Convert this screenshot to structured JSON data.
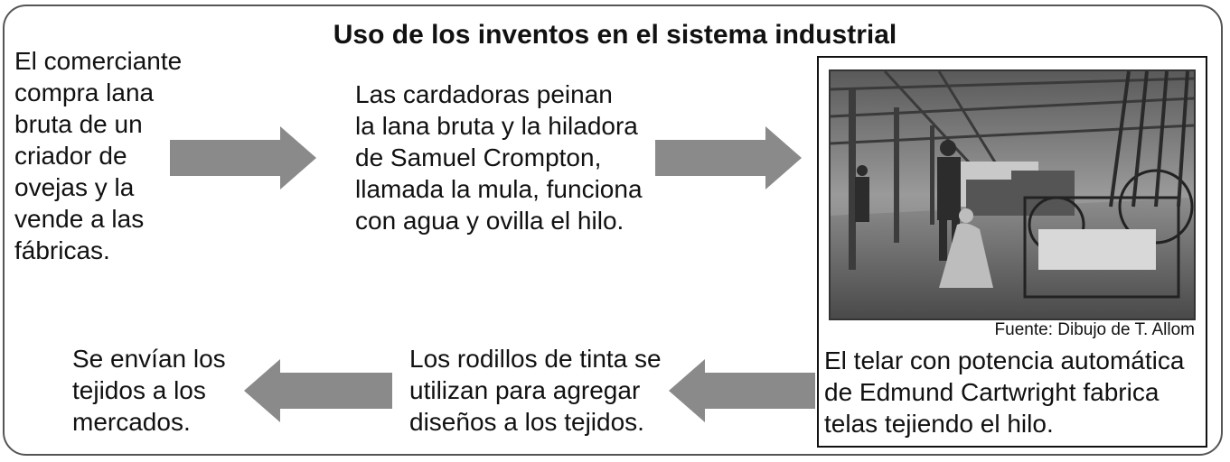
{
  "title": "Uso de los inventos en el sistema industrial",
  "steps": [
    {
      "lines": [
        "El comerciante",
        "compra lana",
        "bruta de un",
        "criador de",
        "ovejas y la",
        "vende a las",
        "fábricas."
      ]
    },
    {
      "lines": [
        "Las cardadoras peinan",
        "la lana bruta y la hiladora",
        "de Samuel Crompton,",
        "llamada la mula, funciona",
        "con agua y ovilla el hilo."
      ]
    },
    {
      "lines": [
        "El telar con potencia automática",
        "de Edmund Cartwright fabrica",
        "telas tejiendo el hilo."
      ]
    },
    {
      "lines": [
        "Los rodillos de tinta se",
        "utilizan para agregar",
        "diseños a los tejidos."
      ]
    },
    {
      "lines": [
        "Se envían los",
        "tejidos a los",
        "mercados."
      ]
    }
  ],
  "image_source": "Fuente: Dibujo de T. Allom",
  "colors": {
    "arrow": "#8a8a8a",
    "border": "#555555"
  }
}
